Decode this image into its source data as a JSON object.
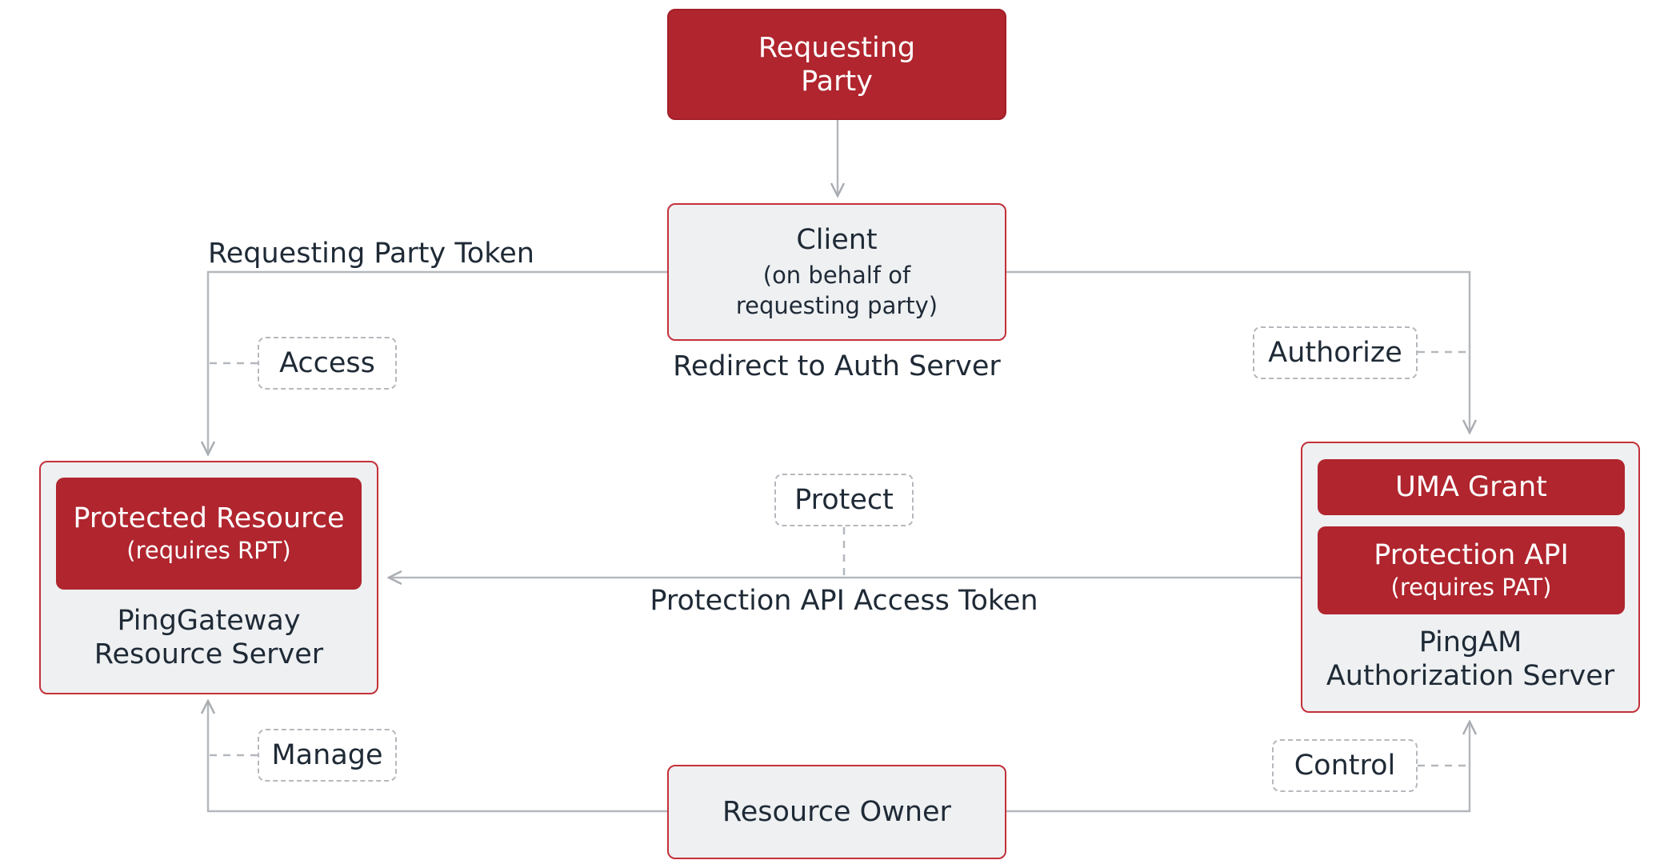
{
  "nodes": {
    "requesting_party": {
      "line1": "Requesting",
      "line2": "Party"
    },
    "client": {
      "title": "Client",
      "sub1": "(on behalf of",
      "sub2": "requesting party)"
    },
    "resource_server": {
      "inner_title": "Protected Resource",
      "inner_sub": "(requires RPT)",
      "line1": "PingGateway",
      "line2": "Resource Server"
    },
    "authorization_server": {
      "uma_grant": "UMA Grant",
      "protection_api_title": "Protection API",
      "protection_api_sub": "(requires PAT)",
      "line1": "PingAM",
      "line2": "Authorization Server"
    },
    "resource_owner": {
      "label": "Resource Owner"
    }
  },
  "edge_labels": {
    "rpt": "Requesting Party Token",
    "redirect": "Redirect to Auth Server",
    "pat": "Protection API Access Token"
  },
  "tags": {
    "access": "Access",
    "authorize": "Authorize",
    "protect": "Protect",
    "manage": "Manage",
    "control": "Control"
  },
  "colors": {
    "brand_red": "#b0252e",
    "box_fill": "#eef0f2",
    "connector": "#b4b8bd"
  }
}
